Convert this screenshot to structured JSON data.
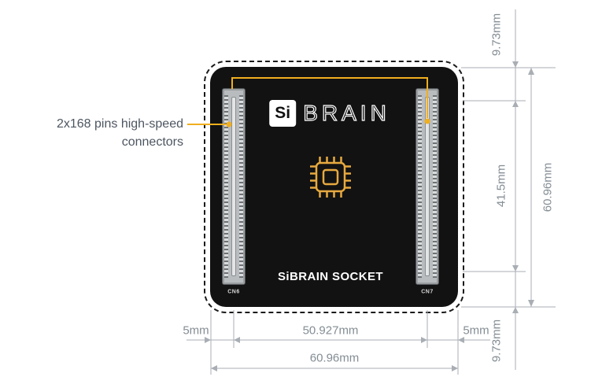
{
  "title": "SiBRAIN socket dimensional diagram",
  "annotation": {
    "line1": "2x168 pins high-speed",
    "line2": "connectors"
  },
  "board": {
    "logo_si": "Si",
    "logo_brain": "BRAIN",
    "socket_label": "SiBRAIN SOCKET",
    "connectors": {
      "left": "CN6",
      "right": "CN7"
    }
  },
  "dimensions": {
    "top_offset": "9.73mm",
    "connector_height": "41.5mm",
    "board_height": "60.96mm",
    "bottom_offset": "9.73mm",
    "left_margin": "5mm",
    "connector_spacing": "50.927mm",
    "right_margin": "5mm",
    "board_width": "60.96mm"
  },
  "colors": {
    "accent": "#F0AF1E",
    "board": "#121212",
    "dimension_line": "#A9AEB4",
    "dimension_text": "#848D94"
  }
}
